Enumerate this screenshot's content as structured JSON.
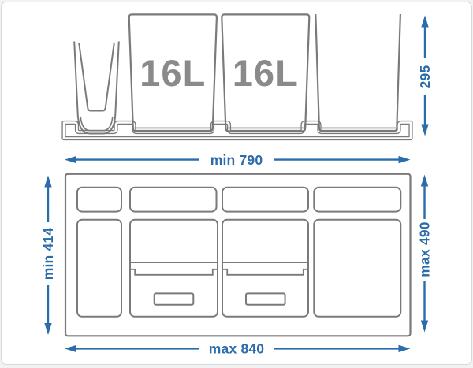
{
  "colors": {
    "accent": "#2b6cab",
    "line": "#7a7a7a",
    "label": "#8a8a8a",
    "card-border": "#d9d9d9"
  },
  "side_view": {
    "bin2_capacity": "16L",
    "bin3_capacity": "16L"
  },
  "dimensions": {
    "height": "295",
    "min_width": "min 790",
    "min_depth": "min 414",
    "max_depth": "max 490",
    "max_width": "max 840"
  }
}
